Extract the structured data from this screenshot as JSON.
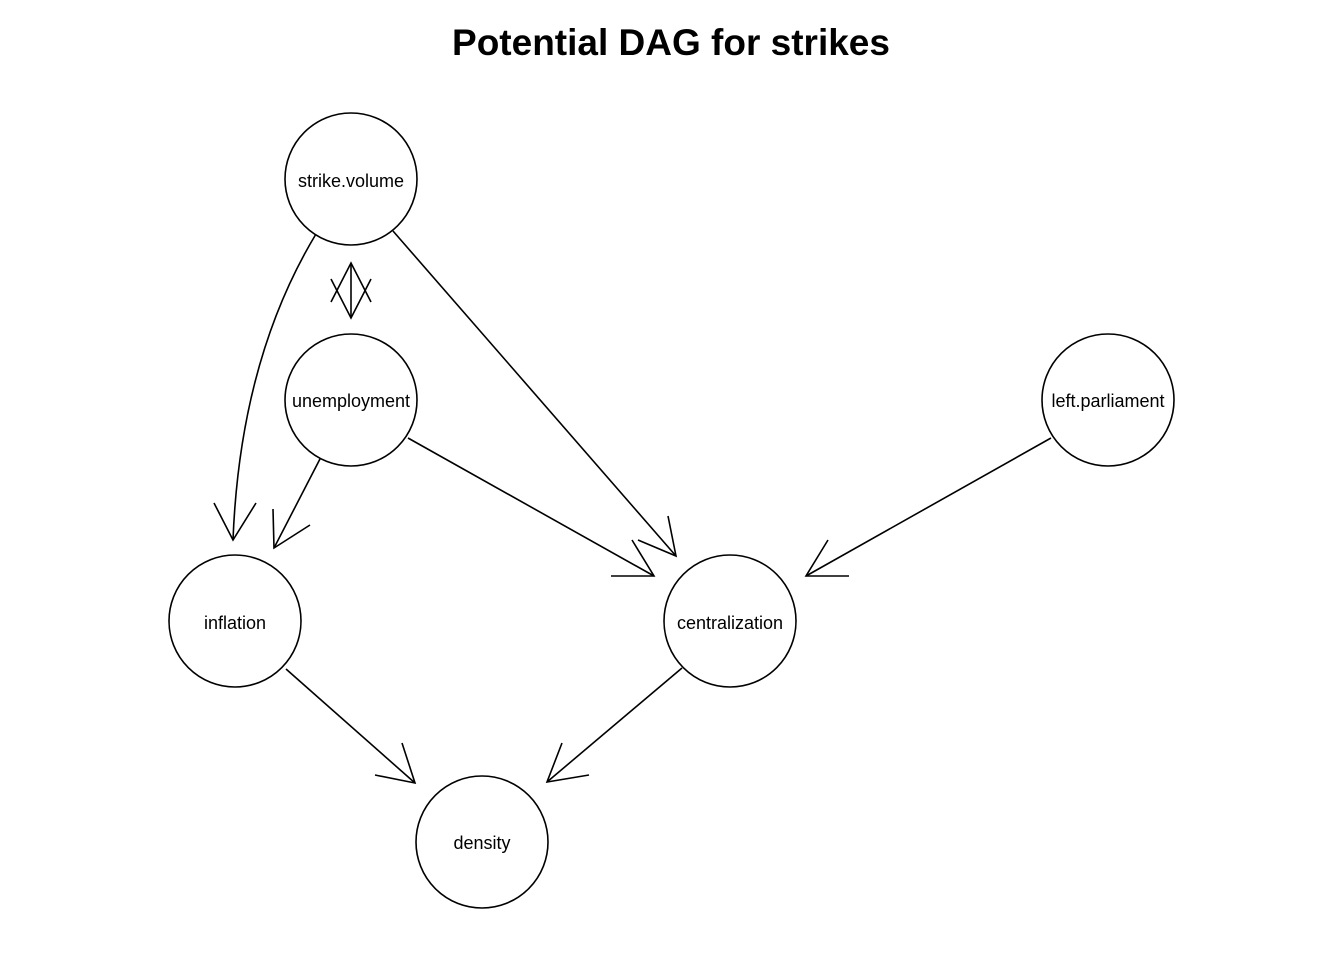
{
  "title": "Potential DAG for strikes",
  "nodes": {
    "strike_volume": "strike.volume",
    "unemployment": "unemployment",
    "left_parliament": "left.parliament",
    "inflation": "inflation",
    "centralization": "centralization",
    "density": "density"
  },
  "edges": [
    {
      "from": "strike.volume",
      "to": "unemployment",
      "type": "bidirected"
    },
    {
      "from": "strike.volume",
      "to": "inflation",
      "type": "directed"
    },
    {
      "from": "strike.volume",
      "to": "centralization",
      "type": "directed"
    },
    {
      "from": "unemployment",
      "to": "inflation",
      "type": "directed"
    },
    {
      "from": "unemployment",
      "to": "centralization",
      "type": "directed"
    },
    {
      "from": "left.parliament",
      "to": "centralization",
      "type": "directed"
    },
    {
      "from": "inflation",
      "to": "density",
      "type": "directed"
    },
    {
      "from": "centralization",
      "to": "density",
      "type": "directed"
    }
  ]
}
